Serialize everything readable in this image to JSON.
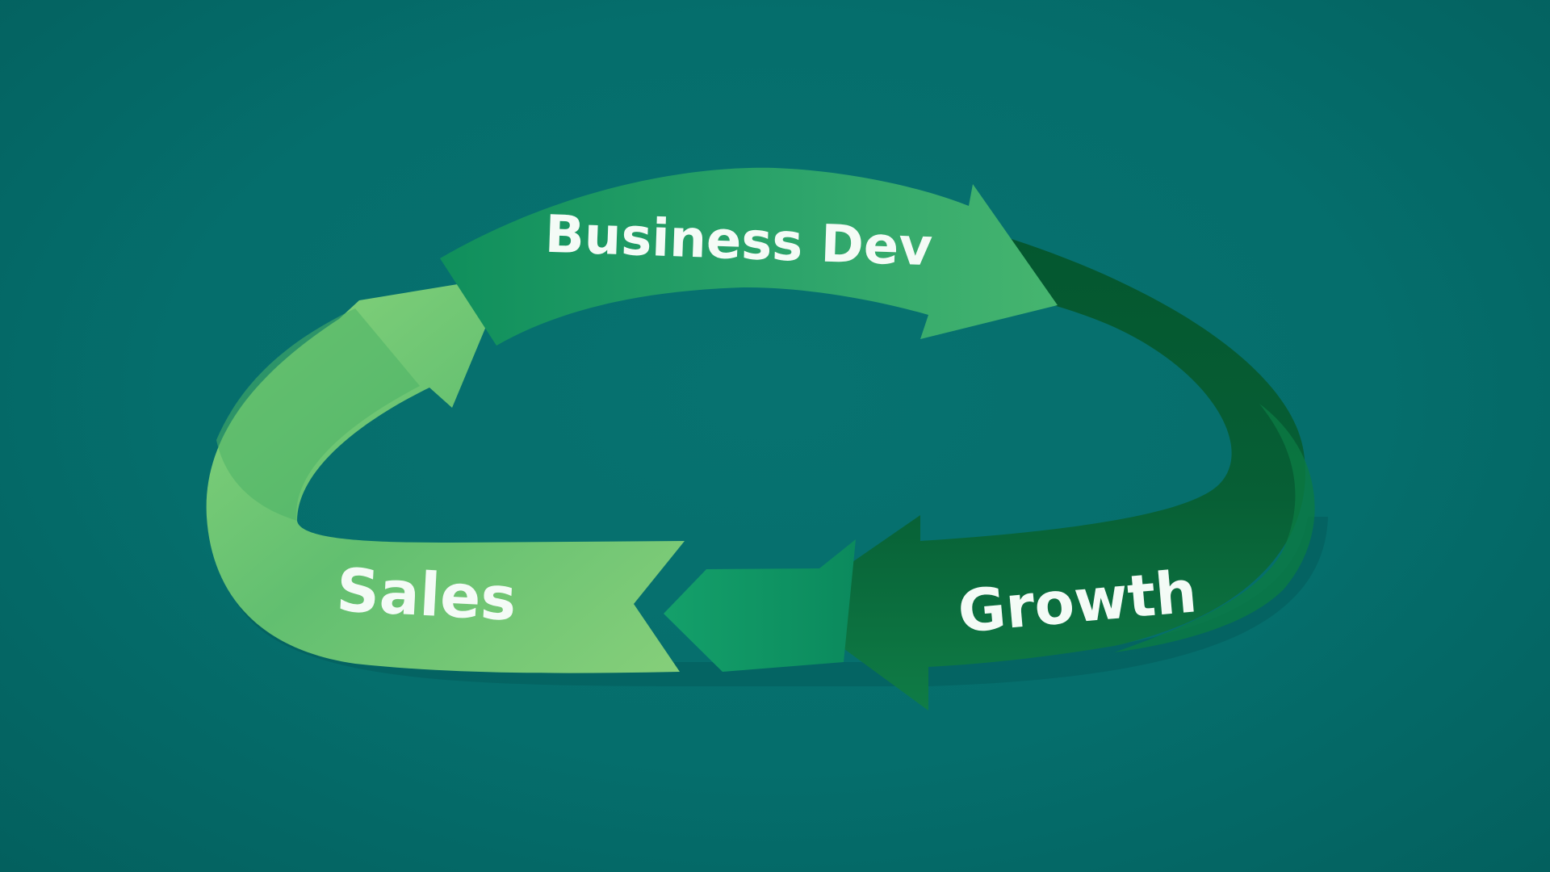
{
  "diagram": {
    "type": "cycle",
    "stages": [
      {
        "id": "business-dev",
        "label": "Business Dev",
        "color": "#2ea56b"
      },
      {
        "id": "growth",
        "label": "Growth",
        "color": "#0b6e3e"
      },
      {
        "id": "sales",
        "label": "Sales",
        "color": "#86cf7a"
      }
    ],
    "flow": [
      "Business Dev",
      "Growth",
      "Sales",
      "Business Dev"
    ],
    "background_color": "#036d6b"
  }
}
